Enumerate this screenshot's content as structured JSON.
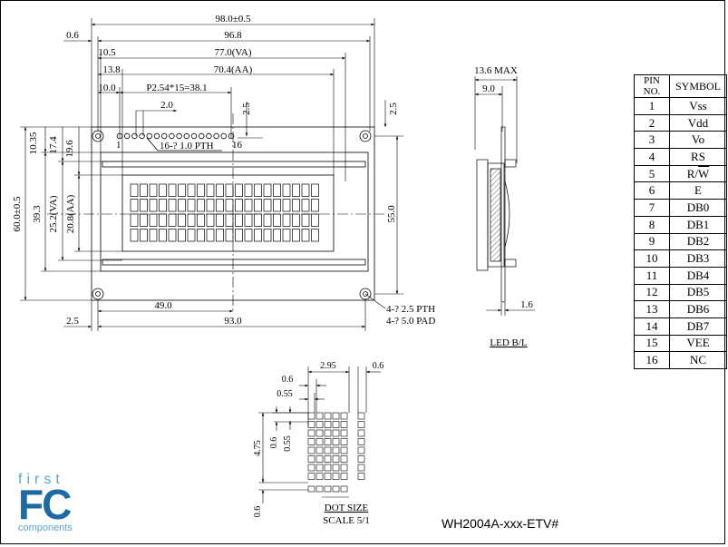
{
  "module": {
    "dims": {
      "overall_width": "98.0±0.5",
      "offset_left": "0.6",
      "pcb_hole_span": "96.8",
      "va_offset": "10.5",
      "va_width": "77.0(VA)",
      "aa_offset": "13.8",
      "aa_width": "70.4(AA)",
      "pin_offset": "10.0",
      "pin_pitch": "P2.54*15=38.1",
      "pin_to_aa": "2.0",
      "pin_top_margin": "2.5",
      "hole_top_margin": "2.5",
      "left_10_35": "10.35",
      "left_17_4": "17.4",
      "left_19_6": "19.6",
      "overall_height": "60.0±0.5",
      "va_vertical": "39.3",
      "va_height": "25.2(VA)",
      "aa_height": "20.8(AA)",
      "hole_vertical_span": "55.0",
      "pin_callout": "16-? 1.0 PTH",
      "pin_first": "1",
      "pin_last": "16",
      "hole_callout_pth": "4-? 2.5 PTH",
      "hole_callout_pad": "4-? 5.0 PAD",
      "bottom_49": "49.0",
      "bottom_93": "93.0",
      "bottom_2_5": "2.5"
    }
  },
  "side_view": {
    "max_thickness": "13.6 MAX",
    "depth_9": "9.0",
    "pcb_thickness": "1.6",
    "label": "LED B/L"
  },
  "dot_detail": {
    "d_2_95": "2.95",
    "d_0_6_top": "0.6",
    "d_0_6_right": "0.6",
    "d_0_55_h": "0.55",
    "d_4_75": "4.75",
    "d_0_6_v": "0.6",
    "d_0_55_v": "0.55",
    "d_0_6_bottom": "0.6",
    "label": "DOT SIZE",
    "scale": "SCALE 5/1"
  },
  "pin_table": {
    "header_no": "PIN NO.",
    "header_symbol": "SYMBOL",
    "rows": [
      {
        "no": "1",
        "symbol": "Vss"
      },
      {
        "no": "2",
        "symbol": "Vdd"
      },
      {
        "no": "3",
        "symbol": "Vo"
      },
      {
        "no": "4",
        "symbol": "RS"
      },
      {
        "no": "5",
        "symbol": "R/W"
      },
      {
        "no": "6",
        "symbol": "E"
      },
      {
        "no": "7",
        "symbol": "DB0"
      },
      {
        "no": "8",
        "symbol": "DB1"
      },
      {
        "no": "9",
        "symbol": "DB2"
      },
      {
        "no": "10",
        "symbol": "DB3"
      },
      {
        "no": "11",
        "symbol": "DB4"
      },
      {
        "no": "12",
        "symbol": "DB5"
      },
      {
        "no": "13",
        "symbol": "DB6"
      },
      {
        "no": "14",
        "symbol": "DB7"
      },
      {
        "no": "15",
        "symbol": "VEE"
      },
      {
        "no": "16",
        "symbol": "NC"
      }
    ]
  },
  "logo": {
    "first": "first",
    "fc": "FC",
    "components": "components"
  },
  "model_number": "WH2004A-xxx-ETV#",
  "colors": {
    "logo_dark": "#1c6aa3",
    "logo_light": "#5aa5c9"
  }
}
